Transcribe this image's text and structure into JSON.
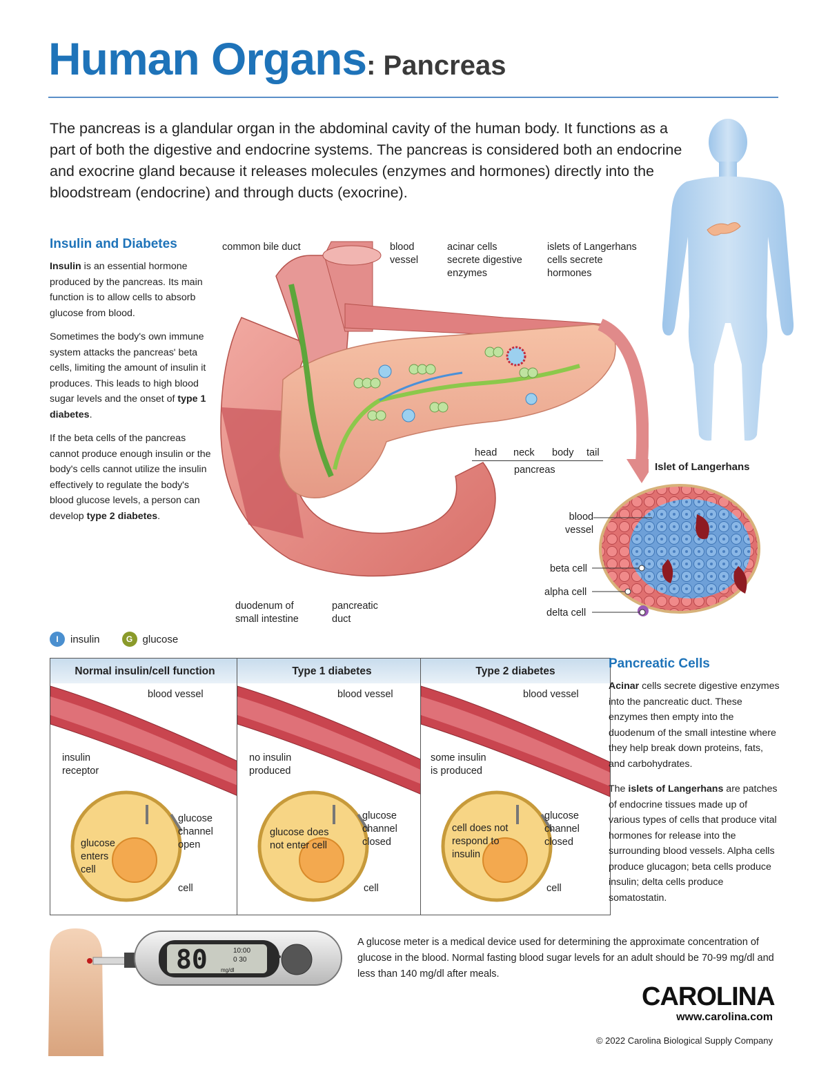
{
  "title": {
    "main": "Human Organs",
    "sub": ": Pancreas"
  },
  "intro": "The pancreas is a glandular organ in the abdominal cavity of the human body. It functions as a part of both the digestive and endocrine systems. The pancreas is considered both an endocrine and exocrine gland because it releases molecules (enzymes and hormones) directly into the bloodstream (endocrine) and through ducts (exocrine).",
  "insulin_section": {
    "heading": "Insulin and Diabetes",
    "p1_bold": "Insulin",
    "p1_rest": " is an essential hormone produced by the pancreas. Its main function is to allow cells to absorb glucose from blood.",
    "p2_start": "Sometimes the body's own immune system attacks the pancreas' beta cells, limiting the amount of insulin it produces. This leads to high blood sugar levels and the onset of ",
    "p2_bold": "type 1 diabetes",
    "p2_end": ".",
    "p3_start": "If the beta cells of the pancreas cannot produce enough insulin or the body's cells cannot utilize the insulin effectively to regulate the body's blood glucose levels, a person can develop ",
    "p3_bold": "type 2 diabetes",
    "p3_end": "."
  },
  "anatomy_labels": {
    "common_bile_duct": "common bile duct",
    "blood_vessel": "blood\nvessel",
    "acinar": "acinar cells\nsecrete digestive\nenzymes",
    "islets": "islets of Langerhans\ncells secrete\nhormones",
    "head": "head",
    "neck": "neck",
    "body": "body",
    "tail": "tail",
    "pancreas": "pancreas",
    "duodenum": "duodenum of\nsmall intestine",
    "pancreatic_duct": "pancreatic\nduct"
  },
  "islet": {
    "title": "Islet of Langerhans",
    "blood_vessel": "blood\nvessel",
    "beta": "beta cell",
    "alpha": "alpha cell",
    "delta": "delta cell"
  },
  "legend": {
    "insulin_symbol": "I",
    "insulin": "insulin",
    "glucose_symbol": "G",
    "glucose": "glucose"
  },
  "panels": [
    {
      "title": "Normal insulin/cell function",
      "blood_vessel": "blood vessel",
      "left_label": "insulin\nreceptor",
      "channel": "glucose\nchannel\nopen",
      "cell_text": "glucose\nenters\ncell",
      "cell": "cell"
    },
    {
      "title": "Type 1 diabetes",
      "blood_vessel": "blood vessel",
      "left_label": "no insulin\nproduced",
      "channel": "glucose\nchannel\nclosed",
      "cell_text": "glucose does\nnot enter cell",
      "cell": "cell"
    },
    {
      "title": "Type 2 diabetes",
      "blood_vessel": "blood vessel",
      "left_label": "some insulin\nis produced",
      "channel": "glucose\nchannel\nclosed",
      "cell_text": "cell does not\nrespond to\ninsulin",
      "cell": "cell"
    }
  ],
  "pancreatic_cells": {
    "heading": "Pancreatic Cells",
    "p1_bold": "Acinar",
    "p1_rest": " cells secrete digestive enzymes into the pancreatic duct. These enzymes then empty into the duodenum of the small intestine where they help break down proteins, fats, and carbohydrates.",
    "p2_start": "The ",
    "p2_bold": "islets of Langerhans",
    "p2_rest": " are patches of endocrine tissues made up of various types of cells that produce vital hormones for release into the surrounding blood vessels. Alpha cells produce glucagon; beta cells produce insulin; delta cells produce somatostatin."
  },
  "meter": {
    "text": "A glucose meter is a medical device used for determining the approximate concentration of glucose in the blood. Normal fasting blood sugar levels for an adult should be 70-99 mg/dl and less than 140 mg/dl after meals.",
    "reading": "80",
    "time": "10:00",
    "small": "0 30",
    "unit": "mg/dl"
  },
  "brand": {
    "name": "CAROLINA",
    "url": "www.carolina.com",
    "copyright": "© 2022 Carolina Biological Supply Company"
  },
  "colors": {
    "accent": "#1e73b9",
    "pancreas": "#e8a08a",
    "vessel": "#c9454f",
    "bile": "#6db33f",
    "beta": "#6ea0d8",
    "alpha": "#e06a6a"
  }
}
